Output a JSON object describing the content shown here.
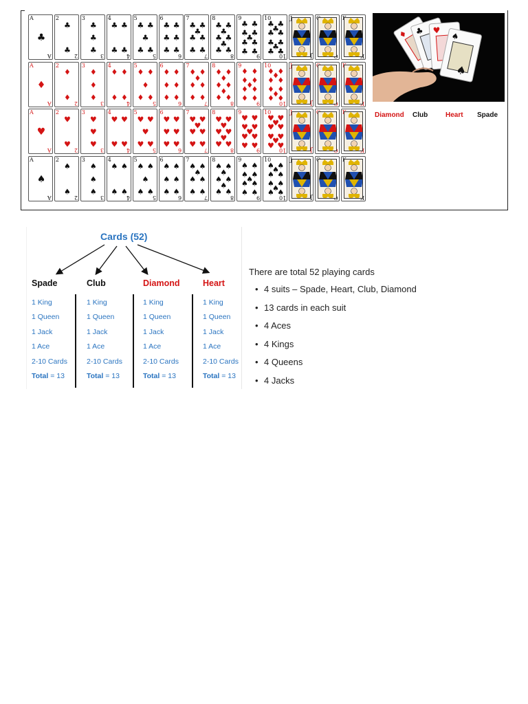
{
  "deck_image": {
    "rank_labels": [
      "A",
      "2",
      "3",
      "4",
      "5",
      "6",
      "7",
      "8",
      "9",
      "10",
      "J",
      "Q",
      "K"
    ],
    "rows": [
      {
        "suit": "club",
        "symbol": "♣",
        "color": "#111111"
      },
      {
        "suit": "diamond",
        "symbol": "♦",
        "color": "#d41414"
      },
      {
        "suit": "heart",
        "symbol": "♥",
        "color": "#d41414"
      },
      {
        "suit": "spade",
        "symbol": "♠",
        "color": "#111111"
      }
    ]
  },
  "suit_captions": [
    {
      "label": "Diamond",
      "color": "#d41414"
    },
    {
      "label": "Club",
      "color": "#111111"
    },
    {
      "label": "Heart",
      "color": "#d41414"
    },
    {
      "label": "Spade",
      "color": "#111111"
    }
  ],
  "tree": {
    "title": "Cards (52)",
    "columns": [
      {
        "heading": "Spade",
        "heading_color": "#111111",
        "items": [
          "1 King",
          "1 Queen",
          "1 Jack",
          "1 Ace",
          "2-10 Cards"
        ],
        "total_label": "Total",
        "total_value": "= 13"
      },
      {
        "heading": "Club",
        "heading_color": "#111111",
        "items": [
          "1 King",
          "1 Queen",
          "1 Jack",
          "1 Ace",
          "2-10 Cards"
        ],
        "total_label": "Total",
        "total_value": "= 13"
      },
      {
        "heading": "Diamond",
        "heading_color": "#d41414",
        "items": [
          "1 King",
          "1 Queen",
          "1 Jack",
          "1 Ace",
          "2-10 Cards"
        ],
        "total_label": "Total",
        "total_value": "= 13"
      },
      {
        "heading": "Heart",
        "heading_color": "#d41414",
        "items": [
          "1 King",
          "1 Queen",
          "1 Jack",
          "1 Ace",
          "2-10 Cards"
        ],
        "total_label": "Total",
        "total_value": "= 13"
      }
    ]
  },
  "facts": {
    "intro": "There are total 52 playing cards",
    "bullets": [
      "4 suits – Spade, Heart, Club, Diamond",
      "13 cards in each suit",
      "4 Aces",
      "4 Kings",
      "4 Queens",
      "4 Jacks"
    ]
  },
  "colors": {
    "accent_blue": "#2a74c0",
    "suit_red": "#d41414",
    "suit_black": "#111111"
  }
}
